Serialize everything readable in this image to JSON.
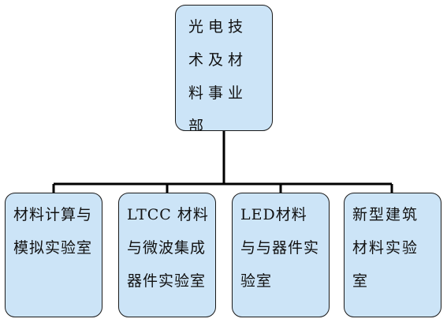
{
  "style": {
    "node_fill": "#cce4f7",
    "node_border": "#1a1a1a",
    "line_color": "#000000"
  },
  "root": {
    "label": "光电技术及材料事业部"
  },
  "children": [
    {
      "label": "材料计算与模拟实验室"
    },
    {
      "label": "LTCC 材料与微波集成器件实验室"
    },
    {
      "label": "LED材料与与器件实验室"
    },
    {
      "label": "新型建筑材料实验室"
    }
  ]
}
